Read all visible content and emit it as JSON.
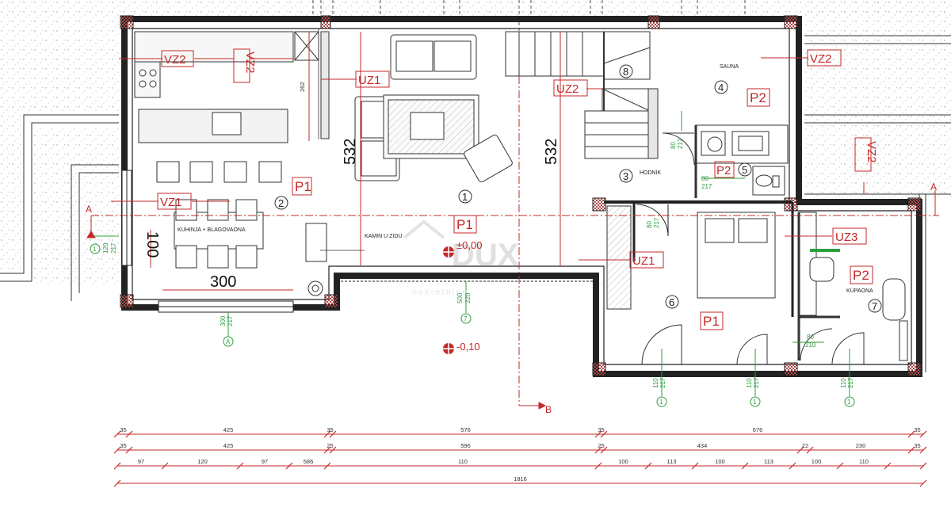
{
  "plan": {
    "room_labels": {
      "kitchen": "KUHINJA + BLAGOVAONA",
      "sauna": "SAUNA",
      "hallway": "HODNIK",
      "bathroom": "KUPAONA",
      "fireplace": "KAMIN U ZIDU"
    },
    "room_numbers": {
      "r1": "1",
      "r2": "2",
      "r3": "3",
      "r4": "4",
      "r5": "5",
      "r6": "6",
      "r7": "7",
      "r8": "8"
    },
    "wall_tags": {
      "vz2_top_left": "VZ2",
      "vz2_vertical_left": "VZ2",
      "uz1_living": "UZ1",
      "uz2_stairs": "UZ2",
      "vz2_top_right": "VZ2",
      "vz2_vertical_right": "VZ2",
      "vz1_kitchen": "VZ1",
      "uz3_bath": "UZ3",
      "uz1_bedroom": "UZ1"
    },
    "floor_tags": {
      "p1_kitchen": "P1",
      "p1_living": "P1",
      "p2_sauna": "P2",
      "p2_wc": "P2",
      "p2_bath": "P2",
      "p1_bedroom": "P1"
    },
    "big_dims": {
      "h_living": "532",
      "h_stair": "532",
      "kitchen_width": "300",
      "door_width": "100"
    },
    "small_dims": {
      "kitchen_depth": "262"
    },
    "levels": {
      "floor": "±0,00",
      "terrace": "-0,10"
    },
    "section_marks": {
      "a_left": "A",
      "a_right": "A",
      "b_bottom": "B"
    },
    "dimension_rows": {
      "row1": [
        "35",
        "425",
        "35",
        "576",
        "35",
        "676",
        "35"
      ],
      "row2": [
        "35",
        "425",
        "25",
        "596",
        "25",
        "434",
        "22",
        "230",
        "35"
      ],
      "row3": [
        "97",
        "120",
        "97",
        "586",
        "110",
        "100",
        "113",
        "100",
        "113",
        "100",
        "110"
      ],
      "row4": [
        "1816"
      ]
    },
    "openings": {
      "o1": {
        "a": "80",
        "b": "217"
      },
      "o2": {
        "a": "80",
        "b": "217"
      },
      "o3": {
        "a": "80",
        "b": "217"
      },
      "o4": {
        "a": "80",
        "b": "210"
      },
      "o5": {
        "a": "80",
        "b": "217"
      },
      "o6": {
        "a": "120",
        "b": "217"
      },
      "o7": {
        "a": "300",
        "b": "217"
      },
      "o8": {
        "a": "500",
        "b": "220"
      },
      "o9": {
        "a": "110",
        "b": "217"
      },
      "o10": {
        "a": "110",
        "b": "217"
      },
      "o11": {
        "a": "110",
        "b": "217"
      }
    },
    "window_markers": {
      "w1": "1",
      "w2": "A",
      "w3": "7",
      "w4": "1",
      "w5": "1",
      "w6": "1"
    },
    "watermark": {
      "brand": "DUX",
      "sub": "nekretnine"
    },
    "colors": {
      "wall": "#222222",
      "tag": "#c62828",
      "green": "#2e9e3e",
      "hatch": "#b0b0b0"
    }
  }
}
